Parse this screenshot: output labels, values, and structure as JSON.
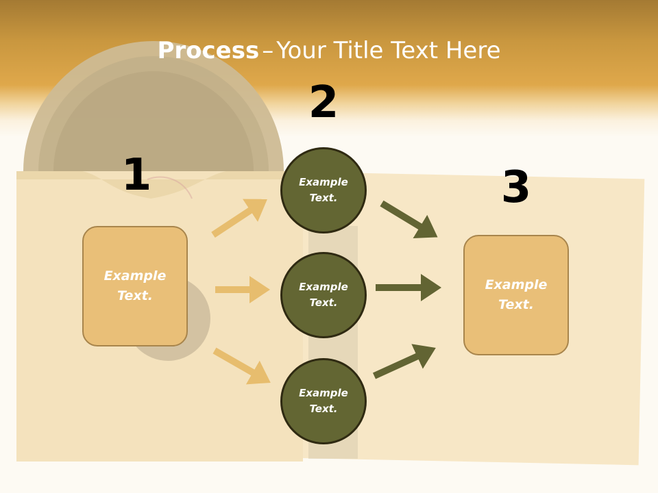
{
  "title": {
    "bold": "Process",
    "dash": "–",
    "rest": "Your Title Text Here"
  },
  "steps": {
    "one": {
      "number": "1",
      "box_text": "Example Text."
    },
    "two": {
      "number": "2",
      "circles": [
        "Example Text.",
        "Example Text.",
        "Example Text."
      ]
    },
    "three": {
      "number": "3",
      "box_text": "Example Text."
    }
  },
  "colors": {
    "header": "#dfa84b",
    "box_fill": "#e9bf78",
    "box_border": "#a8854c",
    "circle_fill": "#636633",
    "circle_border": "#2f2a12",
    "arrow_left": "#e7bd6e",
    "arrow_right": "#626433"
  }
}
